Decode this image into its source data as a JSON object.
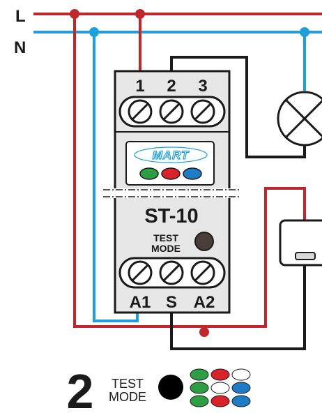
{
  "lines": {
    "live": "L",
    "neutral": "N"
  },
  "device": {
    "top_terminals": [
      "1",
      "2",
      "3"
    ],
    "logo": "MART",
    "model": "ST-10",
    "test_mode_label_line1": "TEST",
    "test_mode_label_line2": "MODE",
    "bottom_terminals": [
      "A1",
      "S",
      "A2"
    ],
    "led_colors": [
      "#2e9e44",
      "#d8232a",
      "#1f7bc4"
    ]
  },
  "step": {
    "number": "2",
    "label_line1": "TEST",
    "label_line2": "MODE",
    "led_rows": [
      [
        "#2e9e44",
        "#d8232a",
        "#ffffff"
      ],
      [
        "#2e9e44",
        "#ffffff",
        "#1f7bc4"
      ],
      [
        "#2e9e44",
        "#d8232a",
        "#1f7bc4"
      ]
    ]
  },
  "colors": {
    "live_wire": "#c0272d",
    "neutral_wire": "#1e9fd9",
    "control_wire": "#1a1a1a",
    "device_body": "#e6e6e6",
    "device_window": "#ffffff",
    "test_button": "#4a3f38"
  }
}
